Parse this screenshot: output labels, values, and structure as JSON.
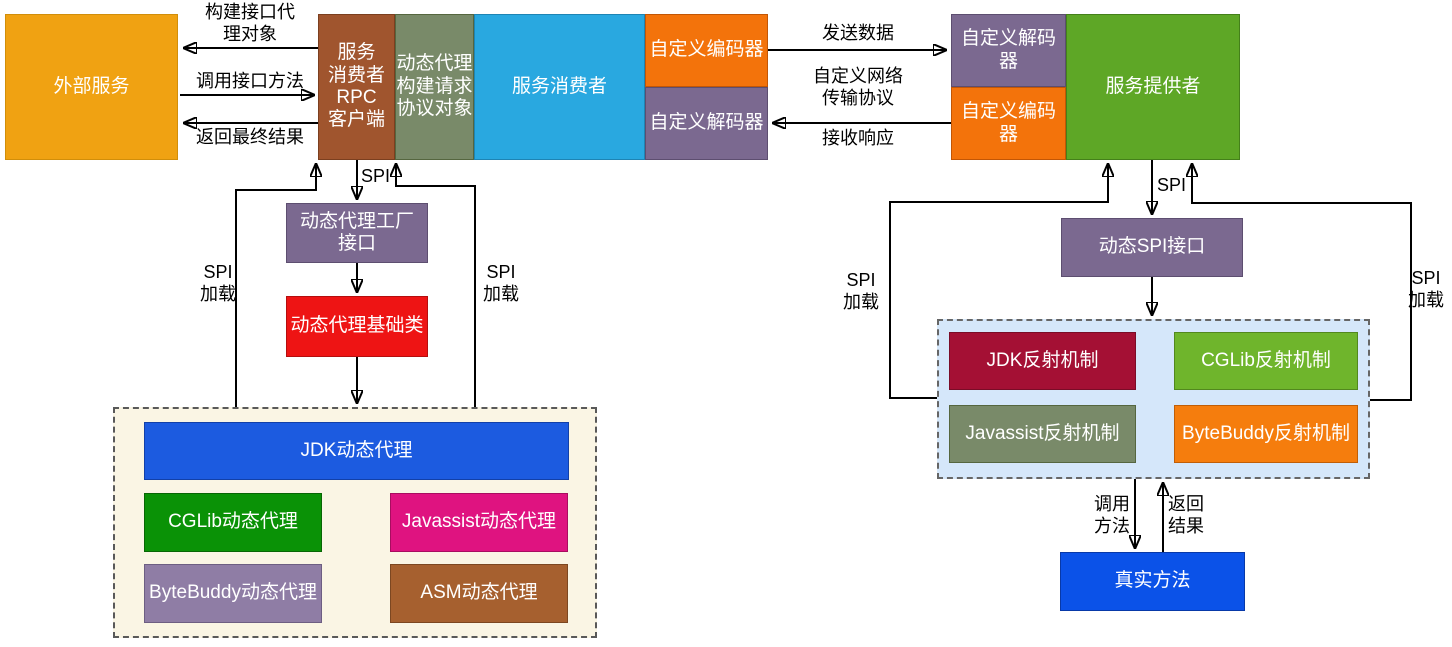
{
  "canvas": {
    "bg": "#FFFFFF",
    "line_color": "#000000"
  },
  "top_row": {
    "external_service": {
      "label": "外部服务",
      "bg": "#F0A212",
      "border": "#D18E0A"
    },
    "rpc_client": {
      "label": "服务\n消费者\nRPC\n客户端",
      "bg": "#A0552E",
      "border": "#7B3F1F"
    },
    "proxy_request_builder": {
      "label": "动态代理\n构建请求\n协议对象",
      "bg": "#798A69",
      "border": "#55663F"
    },
    "service_consumer": {
      "label": "服务消费者",
      "bg": "#29A8E0",
      "border": "#1E84B4"
    },
    "consumer_encoder": {
      "label": "自定义编码器",
      "bg": "#F3730B",
      "border": "#C25605"
    },
    "consumer_decoder": {
      "label": "自定义解码器",
      "bg": "#7B6990",
      "border": "#5D4E70"
    },
    "provider_decoder": {
      "label": "自定义解码器",
      "bg": "#7B6990",
      "border": "#5D4E70"
    },
    "provider_encoder": {
      "label": "自定义编码器",
      "bg": "#F3730B",
      "border": "#C25605"
    },
    "service_provider": {
      "label": "服务提供者",
      "bg": "#5EA726",
      "border": "#44801A"
    }
  },
  "edge_labels": {
    "build_interface_proxy": "构建接口代\n理对象",
    "call_interface_method": "调用接口方法",
    "return_final_result": "返回最终结果",
    "send_data": "发送数据",
    "custom_network_protocol": "自定义网络\n传输协议",
    "receive_response": "接收响应"
  },
  "consumer_flow": {
    "spi": "SPI",
    "spi_load_left": "SPI\n加载",
    "spi_load_right": "SPI\n加载",
    "proxy_factory_interface": {
      "label": "动态代理工厂\n接口",
      "bg": "#7B6990",
      "border": "#5D4E70"
    },
    "proxy_base_class": {
      "label": "动态代理基础类",
      "bg": "#EE1414",
      "border": "#B50E0E"
    },
    "proxy_panel": {
      "bg": "#FAF5E4",
      "border": "#595959",
      "items": [
        {
          "label": "JDK动态代理",
          "bg": "#1C5BE0",
          "border": "#1240A8"
        },
        {
          "label": "CGLib动态代理",
          "bg": "#0A9206",
          "border": "#076604"
        },
        {
          "label": "Javassist动态代理",
          "bg": "#DF1380",
          "border": "#A80D60"
        },
        {
          "label": "ByteBuddy动态代理",
          "bg": "#8F7DA5",
          "border": "#6D5E82"
        },
        {
          "label": "ASM动态代理",
          "bg": "#A6602F",
          "border": "#7C4721"
        }
      ]
    }
  },
  "provider_flow": {
    "spi": "SPI",
    "spi_load_left": "SPI\n加载",
    "spi_load_right": "SPI\n加载",
    "dynamic_spi_interface": {
      "label": "动态SPI接口",
      "bg": "#7B6990",
      "border": "#5D4E70"
    },
    "reflection_panel": {
      "bg": "#D5E7FA",
      "border": "#666666",
      "items": [
        {
          "label": "JDK反射机制",
          "bg": "#A41034",
          "border": "#7A0C27"
        },
        {
          "label": "CGLib反射机制",
          "bg": "#6FB52C",
          "border": "#52881E"
        },
        {
          "label": "Javassist反射机制",
          "bg": "#798A69",
          "border": "#55663F"
        },
        {
          "label": "ByteBuddy反射机制",
          "bg": "#F57D0D",
          "border": "#C05E06"
        }
      ]
    },
    "invoke_method": "调用\n方法",
    "return_result": "返回\n结果",
    "real_method": {
      "label": "真实方法",
      "bg": "#0B52E8",
      "border": "#0839A8"
    }
  }
}
